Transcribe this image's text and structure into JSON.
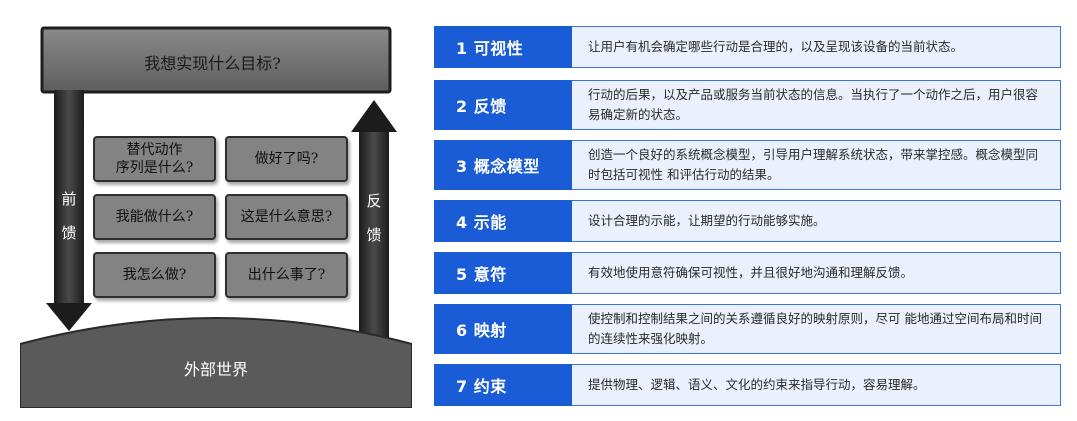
{
  "diagram": {
    "goal": "我想实现什么目标?",
    "feedforward": [
      "前",
      "馈"
    ],
    "feedback": [
      "反",
      "馈"
    ],
    "world": "外部世界",
    "questions": [
      "替代动作\n序列是什么?",
      "做好了吗?",
      "我能做什么?",
      "这是什么意思?",
      "我怎么做?",
      "出什么事了?"
    ]
  },
  "principles": [
    {
      "title": "1 可视性",
      "desc": "让用户有机会确定哪些行动是合理的，以及呈现该设备的当前状态。"
    },
    {
      "title": "2 反馈",
      "desc": "行动的后果，以及产品或服务当前状态的信息。当执行了一个动作之后，用户很容易确定新的状态。"
    },
    {
      "title": "3 概念模型",
      "desc": "创造一个良好的系统概念模型，引导用户理解系统状态，带来掌控感。概念模型同时包括可视性 和评估行动的结果。"
    },
    {
      "title": "4 示能",
      "desc": "设计合理的示能，让期望的行动能够实施。"
    },
    {
      "title": "5 意符",
      "desc": "有效地使用意符确保可视性，并且很好地沟通和理解反馈。"
    },
    {
      "title": "6 映射",
      "desc": "使控制和控制结果之间的关系遵循良好的映射原则，尽可 能地通过空间布局和时间的连续性来强化映射。"
    },
    {
      "title": "7 约束",
      "desc": "提供物理、逻辑、语义、文化的约束来指导行动，容易理解。"
    }
  ]
}
